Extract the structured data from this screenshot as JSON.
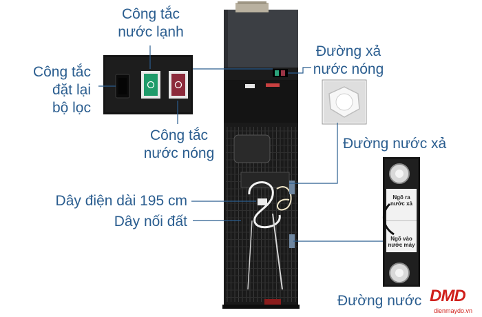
{
  "labels": {
    "cold_switch": [
      "Công tắc",
      "nước lạnh"
    ],
    "filter_reset": [
      "Công tắc",
      "đặt lại",
      "bộ lọc"
    ],
    "hot_drain": [
      "Đường xả",
      "nước nóng"
    ],
    "hot_switch": [
      "Công tắc",
      "nước nóng"
    ],
    "drain_line": "Đường nước xả",
    "power_cord": "Dây điện dài 195 cm",
    "ground_wire": "Dây nối đất",
    "water_line": "Đường nước"
  },
  "panel_tags": {
    "outlet": [
      "Ngõ ra",
      "nước xả"
    ],
    "inlet": [
      "Ngõ vào",
      "nước máy"
    ]
  },
  "watermark": {
    "logo": "DMD",
    "site": "dienmaydo.vn"
  },
  "colors": {
    "label": "#2a5d8f",
    "leader": "#2a5d8f",
    "body": "#1a1a1a",
    "top": "#3a3d42",
    "cold_switch": "#1f9b6a",
    "hot_switch": "#8c2a3b",
    "logo_red": "#d0201c"
  }
}
